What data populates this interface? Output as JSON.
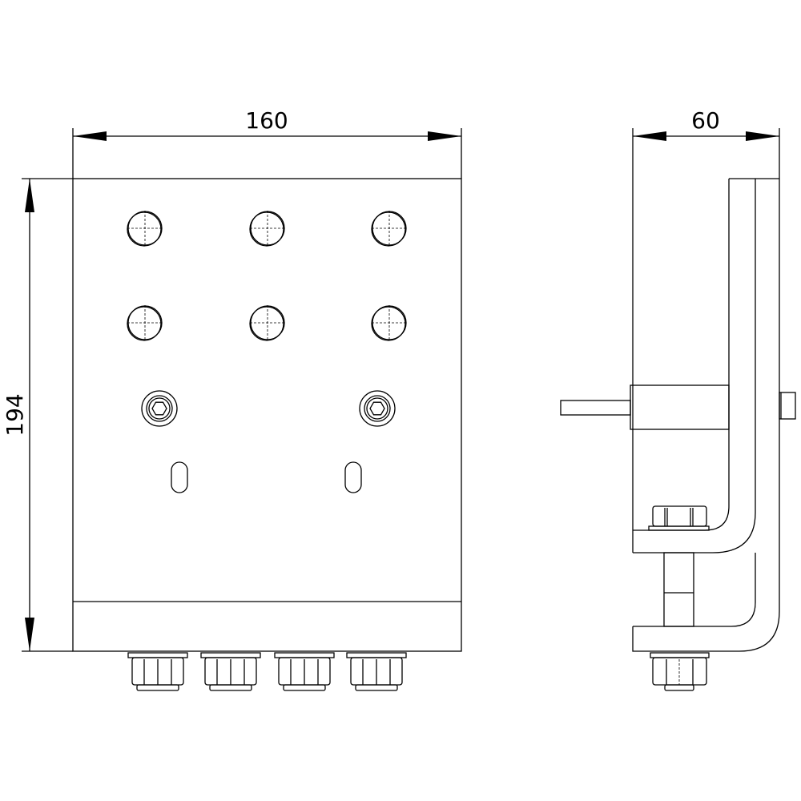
{
  "drawing": {
    "front_view": {
      "width_dimension": "160",
      "height_dimension": "194"
    },
    "side_view": {
      "depth_dimension": "60"
    }
  }
}
